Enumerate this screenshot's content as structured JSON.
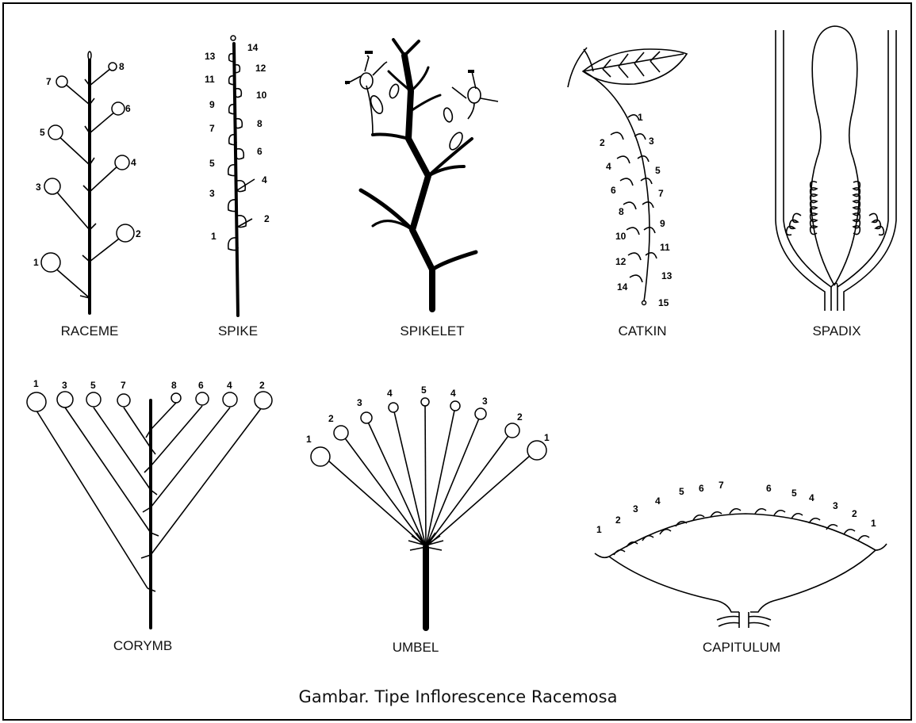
{
  "caption": "Gambar. Tipe Inflorescence Racemosa",
  "labels": {
    "raceme": "RACEME",
    "spike": "SPIKE",
    "spikelet": "SPIKELET",
    "catkin": "CATKIN",
    "spadix": "SPADIX",
    "corymb": "CORYMB",
    "umbel": "UMBEL",
    "capitulum": "CAPITULUM"
  },
  "numbers": {
    "raceme": [
      "8",
      "7",
      "6",
      "5",
      "4",
      "3",
      "2",
      "1"
    ],
    "spike": [
      "14",
      "13",
      "12",
      "11",
      "10",
      "9",
      "8",
      "7",
      "6",
      "5",
      "4",
      "3",
      "2",
      "1"
    ],
    "catkin": [
      "1",
      "2",
      "3",
      "4",
      "5",
      "6",
      "7",
      "8",
      "9",
      "10",
      "11",
      "12",
      "13",
      "14",
      "15"
    ],
    "corymb": [
      "1",
      "3",
      "5",
      "7",
      "8",
      "6",
      "4",
      "2"
    ],
    "umbel": [
      "1",
      "2",
      "3",
      "4",
      "5",
      "4",
      "3",
      "2",
      "1"
    ],
    "capitulum": [
      "1",
      "2",
      "3",
      "4",
      "5",
      "6",
      "7",
      "6",
      "5",
      "4",
      "3",
      "2",
      "1"
    ]
  }
}
